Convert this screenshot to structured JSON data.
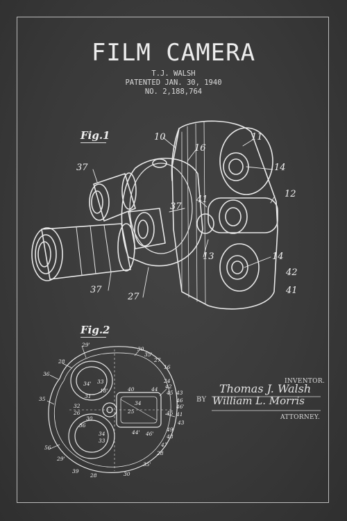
{
  "sheet": {
    "title": "FILM CAMERA",
    "inventor_name": "T.J. WALSH",
    "patent_date": "PATENTED JAN. 30, 1940",
    "patent_number": "NO. 2,188,764"
  },
  "figures": {
    "fig1": "Fig.1",
    "fig2": "Fig.2"
  },
  "fig1_refs": [
    "10",
    "11",
    "16",
    "37",
    "14",
    "12",
    "37",
    "41",
    "13",
    "14",
    "42",
    "41",
    "37",
    "27"
  ],
  "fig2_refs": [
    "29'",
    "30",
    "35'",
    "28",
    "27",
    "16",
    "36",
    "33",
    "34'",
    "18'",
    "40",
    "44",
    "24",
    "42",
    "45",
    "43",
    "31",
    "34",
    "46",
    "46'",
    "35",
    "32",
    "26",
    "25",
    "41",
    "30",
    "45",
    "36",
    "44'",
    "46'",
    "43",
    "34",
    "33",
    "49",
    "48",
    "56",
    "47",
    "28",
    "29'",
    "39",
    "28",
    "30",
    "35'"
  ],
  "signature": {
    "inventor_label": "INVENTOR.",
    "by_label": "BY",
    "attorney_label": "ATTORNEY.",
    "inventor_signature": "Thomas J. Walsh",
    "attorney_signature": "William L. Morris"
  },
  "colors": {
    "background": "#3a3a3a",
    "ink": "#e8e8e8"
  }
}
